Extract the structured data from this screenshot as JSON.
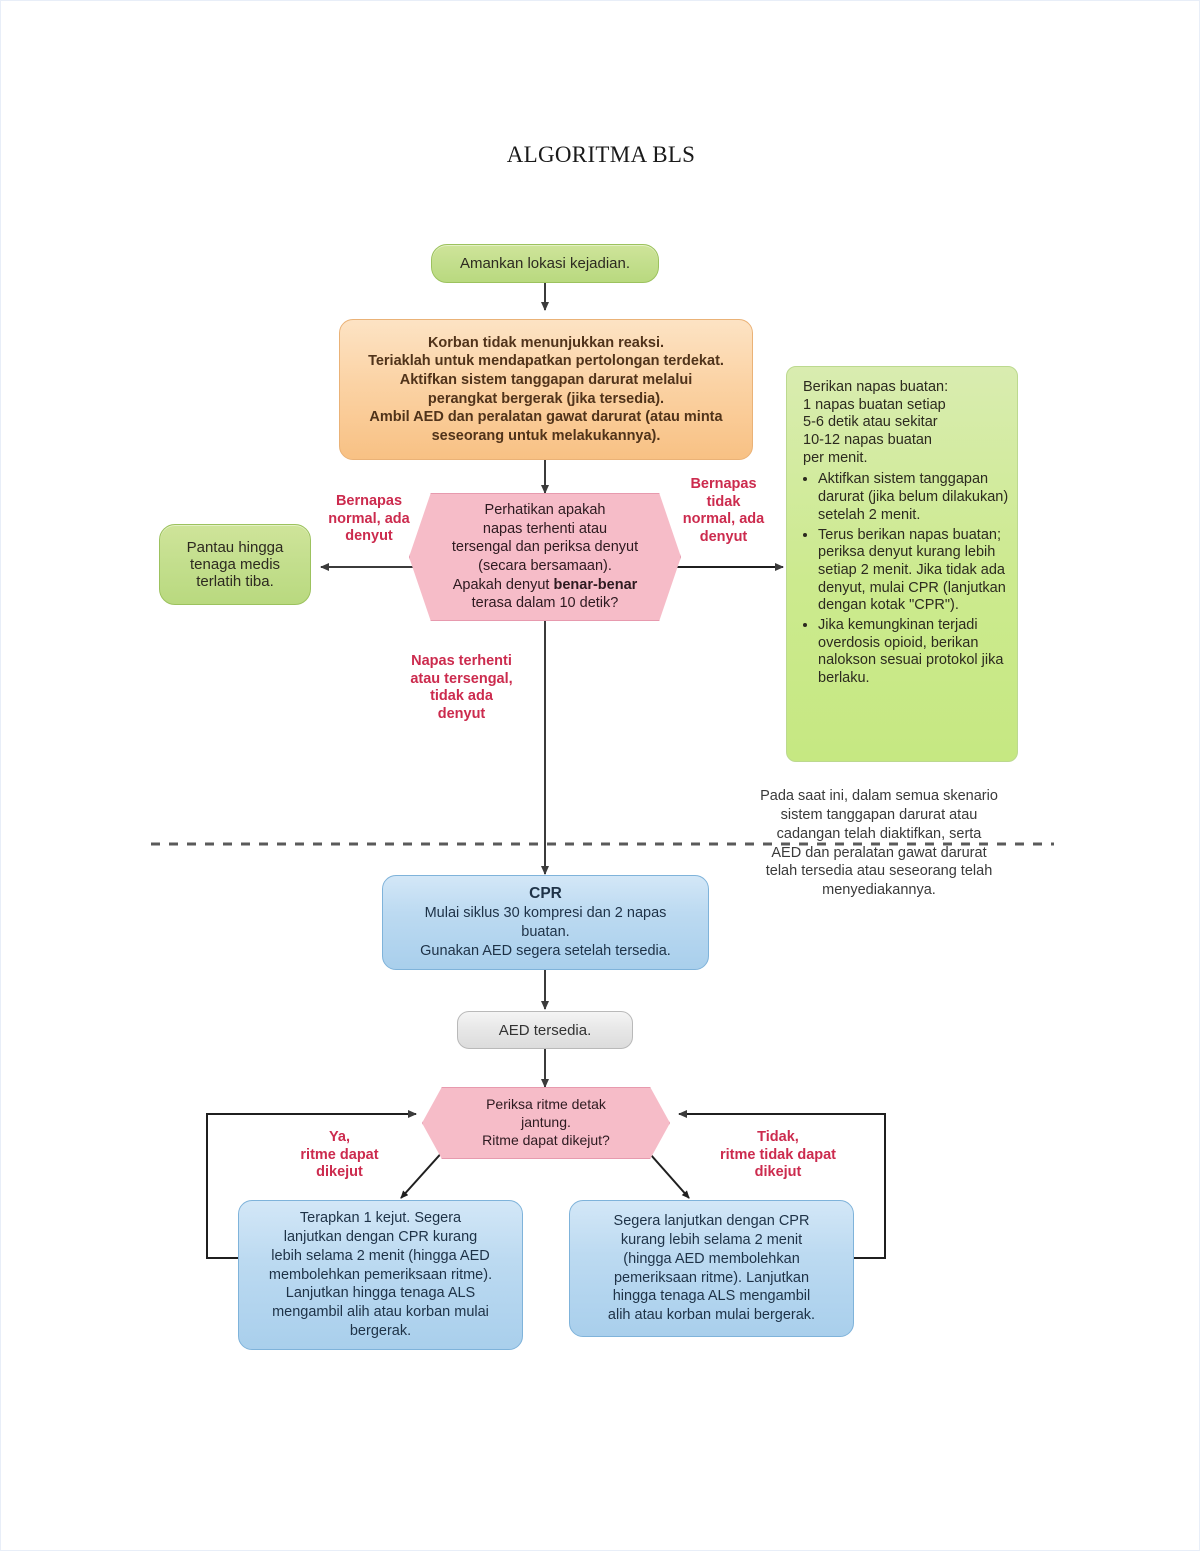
{
  "document": {
    "title": "ALGORITMA BLS"
  },
  "colors": {
    "green_fill": "#c4df8e",
    "green_callout_fill": "#ccea8e",
    "orange_fill": "#fbd3a5",
    "pink_fill": "#f6bcc8",
    "blue_fill": "#bcdaf1",
    "gray_fill": "#e8e8e8",
    "label_red": "#cc2b4e",
    "connector": "#404040"
  },
  "nodes": {
    "start": {
      "label": "Amankan lokasi kejadian."
    },
    "unresponsive": {
      "label": "Korban tidak menunjukkan reaksi.\nTeriaklah untuk mendapatkan pertolongan terdekat.\nAktifkan sistem tanggapan darurat melalui\nperangkat bergerak (jika tersedia).\nAmbil AED dan peralatan gawat darurat (atau minta\nseseorang untuk melakukannya)."
    },
    "assess": {
      "line1": "Perhatikan apakah",
      "line2": "napas terhenti atau",
      "line3": "tersengal dan periksa denyut",
      "line4": "(secara bersamaan).",
      "line5_prefix": "Apakah denyut ",
      "line5_bold": "benar-benar",
      "line6": "terasa dalam 10 detik?"
    },
    "monitor": {
      "label": "Pantau hingga\ntenaga medis\nterlatih tiba."
    },
    "rescue_breathing": {
      "intro": "Berikan napas buatan:\n1 napas buatan setiap\n5-6 detik atau sekitar\n10-12 napas buatan\nper menit.",
      "bullets": [
        "Aktifkan sistem tanggapan darurat (jika belum dilakukan) setelah 2 menit.",
        "Terus berikan napas buatan; periksa denyut kurang lebih setiap 2 menit. Jika tidak ada denyut, mulai CPR (lanjutkan dengan kotak \"CPR\").",
        "Jika kemungkinan terjadi overdosis opioid, berikan nalokson sesuai protokol jika berlaku."
      ]
    },
    "cpr": {
      "heading": "CPR",
      "body": "Mulai siklus 30 kompresi dan 2 napas\nbuatan.\nGunakan AED segera setelah tersedia."
    },
    "aed_available": {
      "label": "AED tersedia."
    },
    "rhythm_check": {
      "label": "Periksa ritme detak\njantung.\nRitme dapat dikejut?"
    },
    "shockable_action": {
      "label": "Terapkan 1 kejut. Segera\nlanjutkan dengan CPR kurang\nlebih selama 2 menit (hingga AED\nmembolehkan pemeriksaan ritme).\nLanjutkan hingga tenaga ALS\nmengambil alih atau korban mulai\nbergerak."
    },
    "nonshockable_action": {
      "label": "Segera lanjutkan dengan CPR\nkurang lebih selama 2 menit\n(hingga AED membolehkan\npemeriksaan ritme). Lanjutkan\nhingga tenaga ALS mengambil\nalih atau korban mulai bergerak."
    },
    "scenario_note": {
      "label": "Pada saat ini, dalam semua skenario\nsistem tanggapan darurat atau\ncadangan telah diaktifkan, serta\nAED dan peralatan gawat darurat\ntelah tersedia atau seseorang telah\nmenyediakannya."
    }
  },
  "branch_labels": {
    "normal_breathing": "Bernapas\nnormal, ada\ndenyut",
    "abnormal_breathing": "Bernapas\ntidak\nnormal, ada\ndenyut",
    "no_breathing": "Napas terhenti\natau tersengal,\ntidak ada\ndenyut",
    "shockable": "Ya,\nritme dapat\ndikejut",
    "nonshockable": "Tidak,\nritme tidak dapat\ndikejut"
  }
}
